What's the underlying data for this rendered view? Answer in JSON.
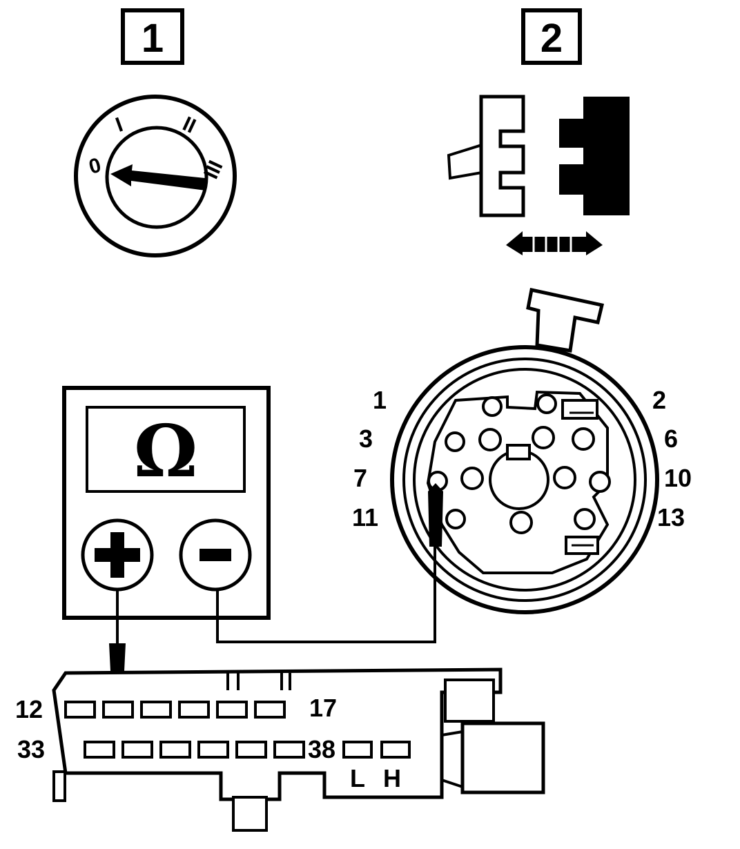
{
  "steps": [
    {
      "number": "1"
    },
    {
      "number": "2"
    }
  ],
  "fan_dial": {
    "position_marks": [
      "0",
      "I",
      "II",
      "III"
    ],
    "selected": "0"
  },
  "multimeter": {
    "display_symbol": "Ω",
    "positive_terminal": "+",
    "negative_terminal": "−"
  },
  "round_connector": {
    "pin_labels": {
      "pin_1": "1",
      "pin_2": "2",
      "pin_3": "3",
      "pin_6": "6",
      "pin_7": "7",
      "pin_10": "10",
      "pin_11": "11",
      "pin_13": "13"
    }
  },
  "control_unit_connector": {
    "row1_start": "12",
    "row1_end": "17",
    "row2_start": "33",
    "row2_end": "38",
    "extra_left": "L",
    "extra_right": "H"
  }
}
